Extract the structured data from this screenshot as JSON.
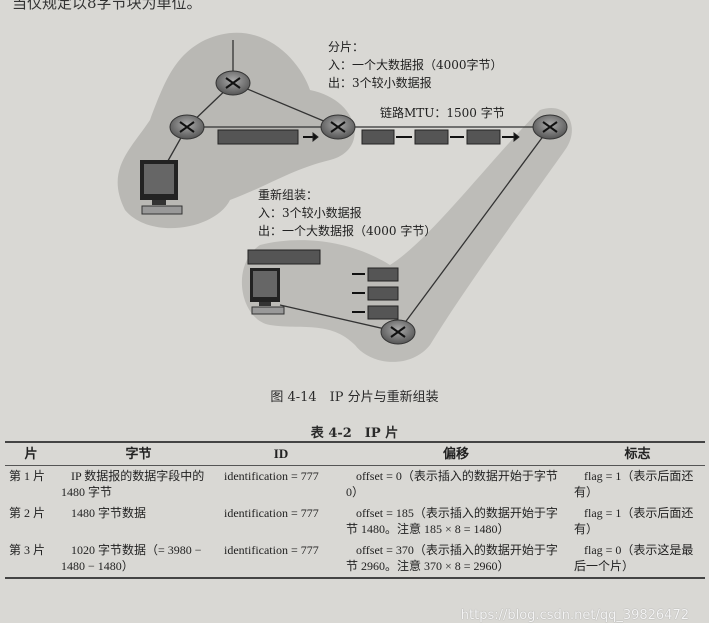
{
  "page": {
    "top_text": "当仅规定以8字节块为单位。"
  },
  "figure": {
    "fragmentation": {
      "title": "分片：",
      "in": "入：一个大数据报（4000字节）",
      "out": "出：3个较小数据报"
    },
    "link_mtu": "链路MTU：1500 字节",
    "reassembly": {
      "title": "重新组装：",
      "in": "入：3个较小数据报",
      "out": "出：一个大数据报（4000 字节）"
    },
    "caption": "图 4-14　IP 分片与重新组装"
  },
  "table": {
    "title": "表 4-2　IP 片",
    "headers": [
      "片",
      "字节",
      "ID",
      "偏移",
      "标志"
    ],
    "rows": [
      [
        "第 1 片",
        "IP 数据报的数据字段中的 1480 字节",
        "identification = 777",
        "offset = 0（表示插入的数据开始于字节 0）",
        "flag = 1（表示后面还有）"
      ],
      [
        "第 2 片",
        "1480 字节数据",
        "identification = 777",
        "offset = 185（表示插入的数据开始于字节 1480。注意 185 × 8 = 1480）",
        "flag = 1（表示后面还有）"
      ],
      [
        "第 3 片",
        "1020 字节数据（= 3980 − 1480 − 1480）",
        "identification = 777",
        "offset = 370（表示插入的数据开始于字节 2960。注意 370 × 8 = 2960）",
        "flag = 0（表示这是最后一个片）"
      ]
    ]
  },
  "watermark": "https://blog.csdn.net/qq_39826472"
}
